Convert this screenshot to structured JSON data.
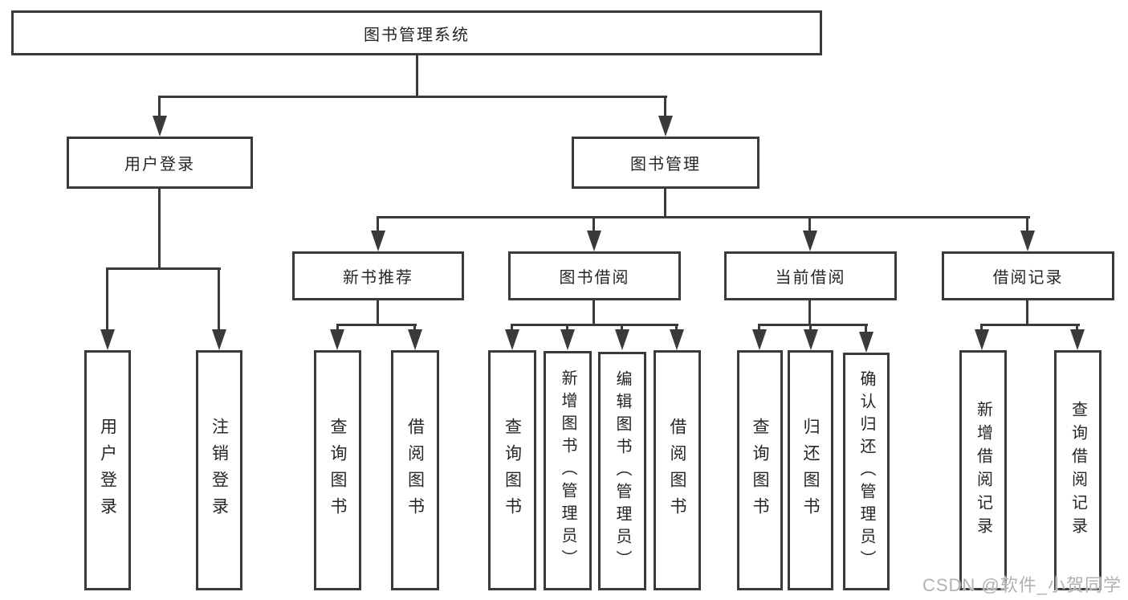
{
  "tree": {
    "root": {
      "label": "图书管理系统"
    },
    "user_login": {
      "label": "用户登录",
      "children": [
        "用户登录",
        "注销登录"
      ]
    },
    "book_management": {
      "label": "图书管理",
      "children": [
        {
          "label": "新书推荐",
          "children": [
            "查询图书",
            "借阅图书"
          ]
        },
        {
          "label": "图书借阅",
          "children": [
            "查询图书",
            "新增图书（管理员）",
            "编辑图书（管理员）",
            "借阅图书"
          ]
        },
        {
          "label": "当前借阅",
          "children": [
            "查询图书",
            "归还图书",
            "确认归还（管理员）"
          ]
        },
        {
          "label": "借阅记录",
          "children": [
            "新增借阅记录",
            "查询借阅记录"
          ]
        }
      ]
    }
  },
  "watermark": "CSDN @软件_小贺同学",
  "colors": {
    "line": "#3a3a3a",
    "text": "#262626",
    "watermark": "#b6b0b0",
    "background": "#ffffff"
  }
}
